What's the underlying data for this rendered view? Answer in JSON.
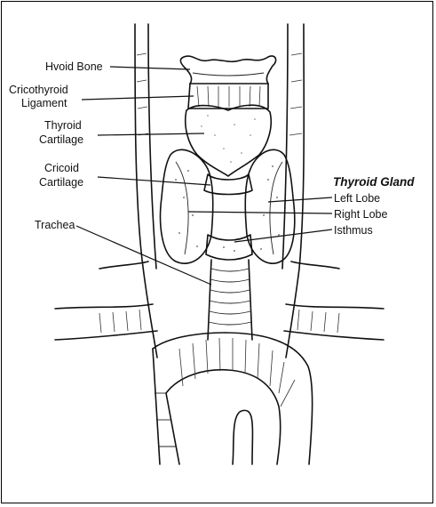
{
  "labels": {
    "hyoid_bone": "Hvoid Bone",
    "cricothyroid_ligament_1": "Cricothyroid",
    "cricothyroid_ligament_2": "Ligament",
    "thyroid_cartilage_1": "Thyroid",
    "thyroid_cartilage_2": "Cartilage",
    "cricoid_cartilage_1": "Cricoid",
    "cricoid_cartilage_2": "Cartilage",
    "trachea": "Trachea",
    "thyroid_gland": "Thyroid Gland",
    "left_lobe": "Left Lobe",
    "right_lobe": "Right Lobe",
    "isthmus": "Isthmus"
  },
  "colors": {
    "ink": "#111111",
    "background": "#ffffff"
  }
}
